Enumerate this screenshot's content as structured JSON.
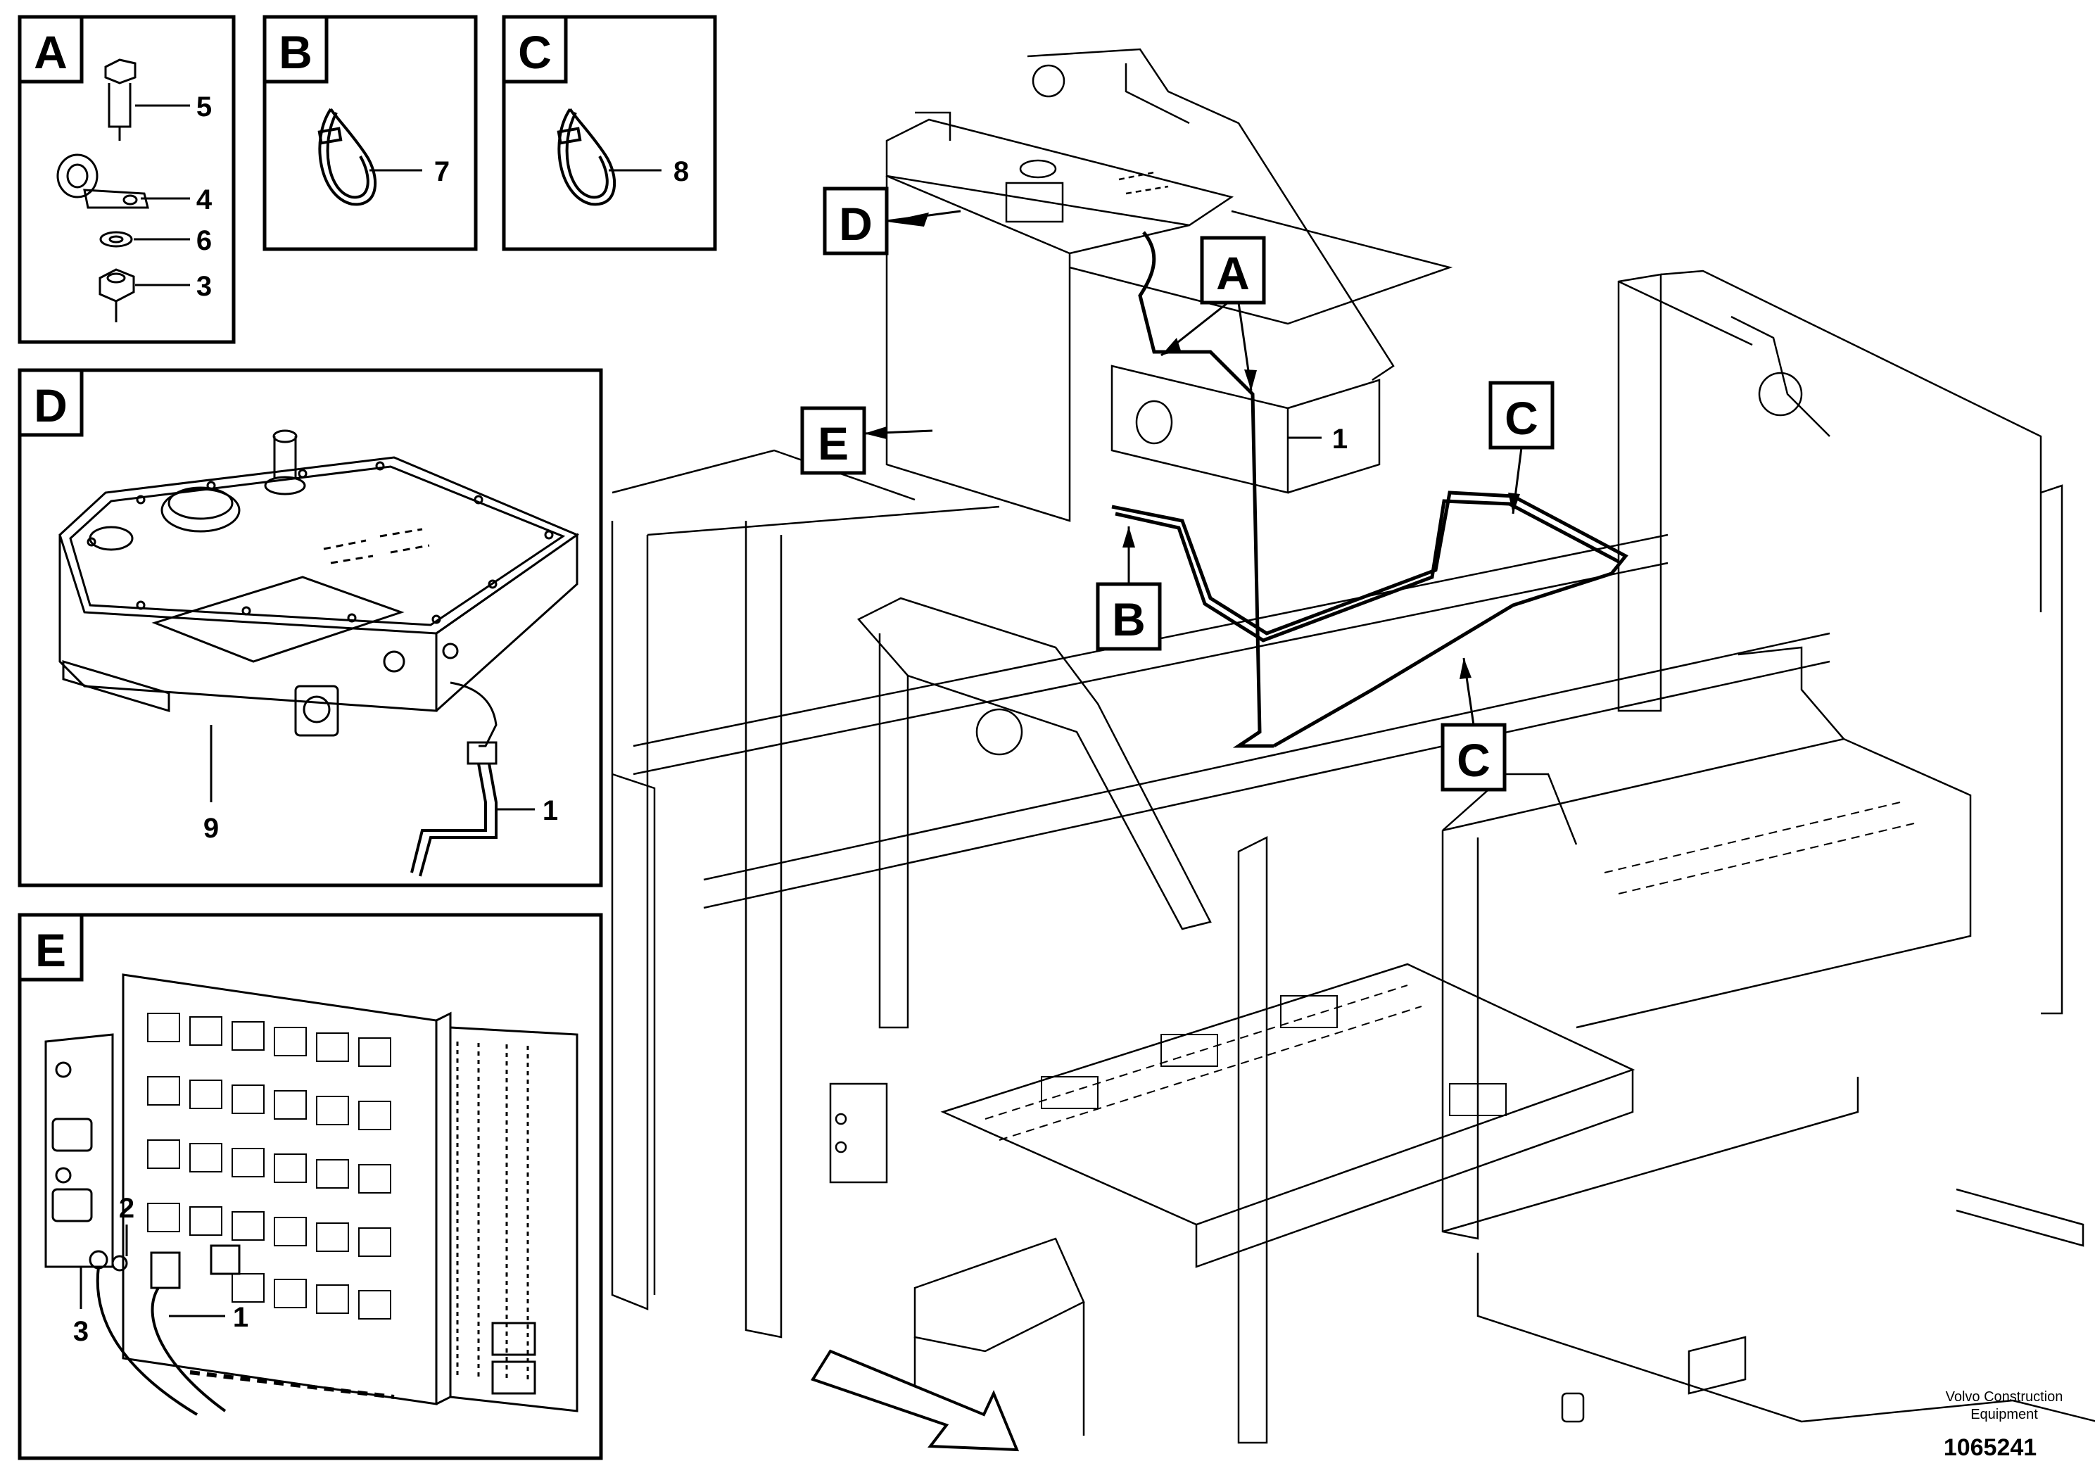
{
  "insets": {
    "A": {
      "label": "A",
      "callouts": [
        "5",
        "4",
        "6",
        "3"
      ]
    },
    "B": {
      "label": "B",
      "callouts": [
        "7"
      ]
    },
    "C": {
      "label": "C",
      "callouts": [
        "8"
      ]
    },
    "D": {
      "label": "D",
      "callouts": [
        "1",
        "9"
      ]
    },
    "E": {
      "label": "E",
      "callouts": [
        "2",
        "3",
        "1"
      ]
    }
  },
  "main": {
    "view_labels": [
      "D",
      "A",
      "E",
      "B",
      "C",
      "C"
    ],
    "callout_1": "1"
  },
  "footer": {
    "brand_line1": "Volvo Construction",
    "brand_line2": "Equipment",
    "doc_number": "1065241"
  }
}
